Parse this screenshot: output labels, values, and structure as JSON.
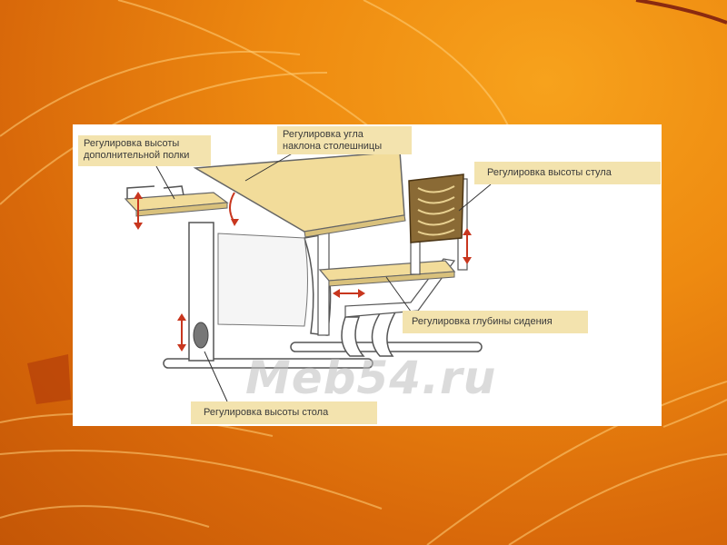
{
  "diagram": {
    "labels": {
      "shelf_height": "Регулировка высоты\nдополнительной полки",
      "tilt_angle": "Регулировка угла\nнаклона столешницы",
      "chair_height": "Регулировка высоты стула",
      "seat_depth": "Регулировка глубины сидения",
      "table_height": "Регулировка высоты стола"
    },
    "watermark": "Meb54.ru"
  },
  "colors": {
    "tabletop": "#f2dc9a",
    "frame": "#ffffff",
    "outline": "#555555",
    "arrow": "#c8361e",
    "label_bg": "#f3e3ae",
    "chair_back": "#7a5a2a"
  }
}
